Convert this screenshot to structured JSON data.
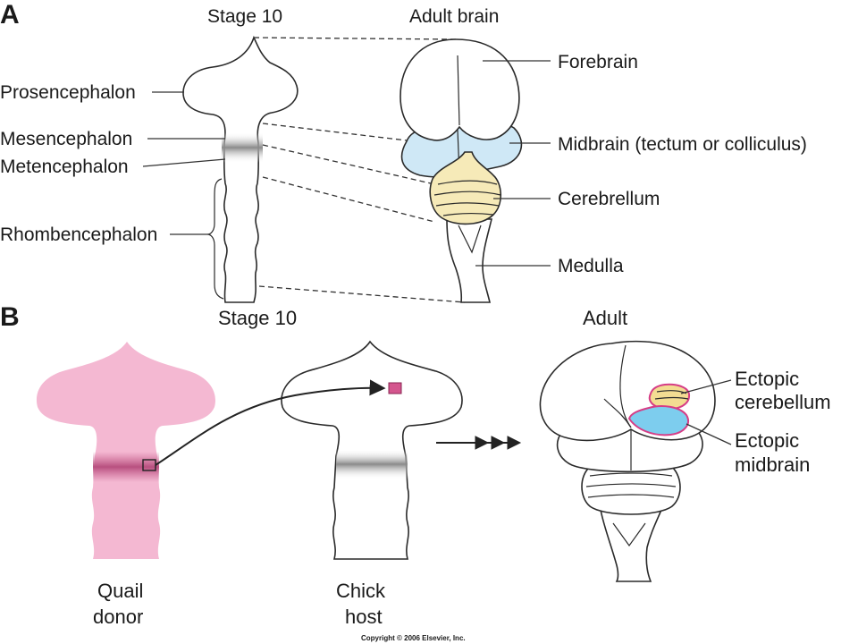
{
  "panels": {
    "a": {
      "letter": "A",
      "stage_title": "Stage 10",
      "adult_title": "Adult brain",
      "left_labels": {
        "prosencephalon": "Prosencephalon",
        "mesencephalon": "Mesencephalon",
        "metencephalon": "Metencephalon",
        "rhombencephalon": "Rhombencephalon"
      },
      "right_labels": {
        "forebrain": "Forebrain",
        "midbrain": "Midbrain (tectum or colliculus)",
        "cerebellum": "Cerebrellum",
        "medulla": "Medulla"
      }
    },
    "b": {
      "letter": "B",
      "stage_title": "Stage 10",
      "adult_title": "Adult",
      "donor": {
        "line1": "Quail",
        "line2": "donor"
      },
      "host": {
        "line1": "Chick",
        "line2": "host"
      },
      "ectopic_cerebellum": {
        "line1": "Ectopic",
        "line2": "cerebellum"
      },
      "ectopic_midbrain": {
        "line1": "Ectopic",
        "line2": "midbrain"
      }
    }
  },
  "copyright": "Copyright © 2006 Elsevier, Inc.",
  "colors": {
    "midbrain_blue": "#cfe8f6",
    "cerebellum_yellow": "#f6eab8",
    "quail_pink": "#f4b8d2",
    "quail_band": "#c9608f",
    "graft_pink": "#d4568e",
    "ectopic_blue": "#7dcdee",
    "ectopic_yellow": "#f3dc92",
    "ectopic_outline": "#d63d86"
  }
}
